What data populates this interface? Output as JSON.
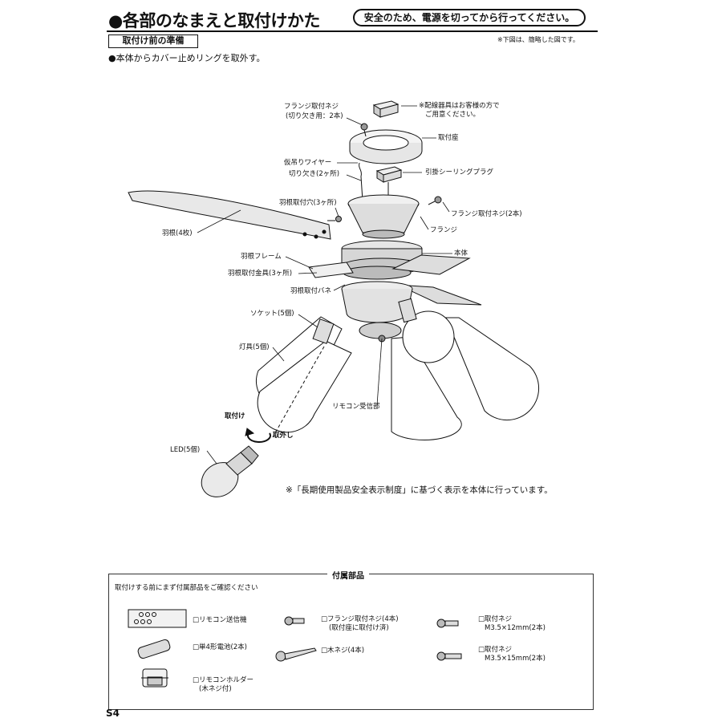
{
  "header": {
    "title": "●各部のなまえと取付けかた",
    "notice": "安全のため、電源を切ってから行ってください。"
  },
  "section": {
    "label": "取付け前の準備",
    "diagram_note": "※下図は、簡略した図です。",
    "instruction": "●本体からカバー止めリングを取外す。"
  },
  "callouts": {
    "flange_screw_notch_1": "フランジ取付ネジ",
    "flange_screw_notch_2": "(切り欠き用：2本)",
    "wiring_note_1": "※配線器具はお客様の方で",
    "wiring_note_2": "ご用意ください。",
    "mount_base": "取付座",
    "temp_wire": "仮吊りワイヤー",
    "notch": "切り欠き(2ヶ所)",
    "ceiling_plug": "引掛シーリングプラグ",
    "flange_screw": "フランジ取付ネジ(2本)",
    "blade_hole": "羽根取付穴(3ヶ所)",
    "flange": "フランジ",
    "blades": "羽根(4枚)",
    "body": "本体",
    "blade_frame": "羽根フレーム",
    "blade_bracket": "羽根取付金具(3ヶ所)",
    "blade_spring": "羽根取付バネ",
    "socket": "ソケット(5個)",
    "lamp": "灯具(5個)",
    "attach": "取付け",
    "remote_receiver": "リモコン受信部",
    "detach": "取外し",
    "led": "LED(5個)"
  },
  "safety_note": "※「長期使用製品安全表示制度」に基づく表示を本体に行っています。",
  "accessories": {
    "title": "付属部品",
    "intro": "取付けする前にまず付属部品をご確認ください",
    "items": {
      "remote": "□リモコン送信機",
      "battery": "□単4形電池(2本)",
      "holder_1": "□リモコンホルダー",
      "holder_2": "(木ネジ付)",
      "flange_screws_1": "□フランジ取付ネジ(4本)",
      "flange_screws_2": "(取付座に取付け済)",
      "wood_screws": "□木ネジ(4本)",
      "screw12_1": "□取付ネジ",
      "screw12_2": "M3.5×12mm(2本)",
      "screw15_1": "□取付ネジ",
      "screw15_2": "M3.5×15mm(2本)"
    }
  },
  "page_number": "S4"
}
